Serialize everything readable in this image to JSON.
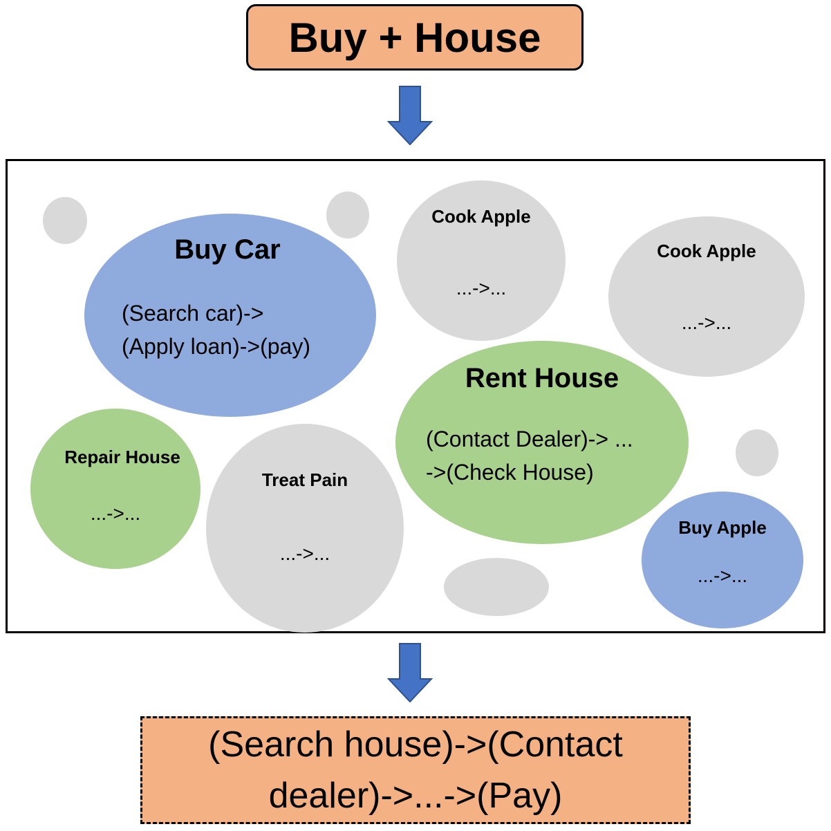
{
  "query": {
    "label": "Buy + House"
  },
  "bubbles": {
    "buy_car": {
      "title": "Buy Car",
      "line1": "(Search car)->",
      "line2": "(Apply loan)->(pay)"
    },
    "cook_apple_1": {
      "title": "Cook Apple",
      "sequence": "...->..."
    },
    "cook_apple_2": {
      "title": "Cook Apple",
      "sequence": "...->..."
    },
    "rent_house": {
      "title": "Rent House",
      "line1": "(Contact Dealer)-> ...",
      "line2": "->(Check House)"
    },
    "repair_house": {
      "title": "Repair House",
      "sequence": "...->..."
    },
    "treat_pain": {
      "title": "Treat Pain",
      "sequence": "...->..."
    },
    "buy_apple": {
      "title": "Buy Apple",
      "sequence": "...->..."
    }
  },
  "result": {
    "text": "(Search house)->(Contact dealer)->...->(Pay)"
  },
  "colors": {
    "query_fill": "#f4b183",
    "result_fill": "#f4b183",
    "arrow": "#4472c4",
    "gray_bubble": "#d9d9d9",
    "blue_bubble": "#8faadc",
    "green_bubble": "#a9d18e"
  }
}
